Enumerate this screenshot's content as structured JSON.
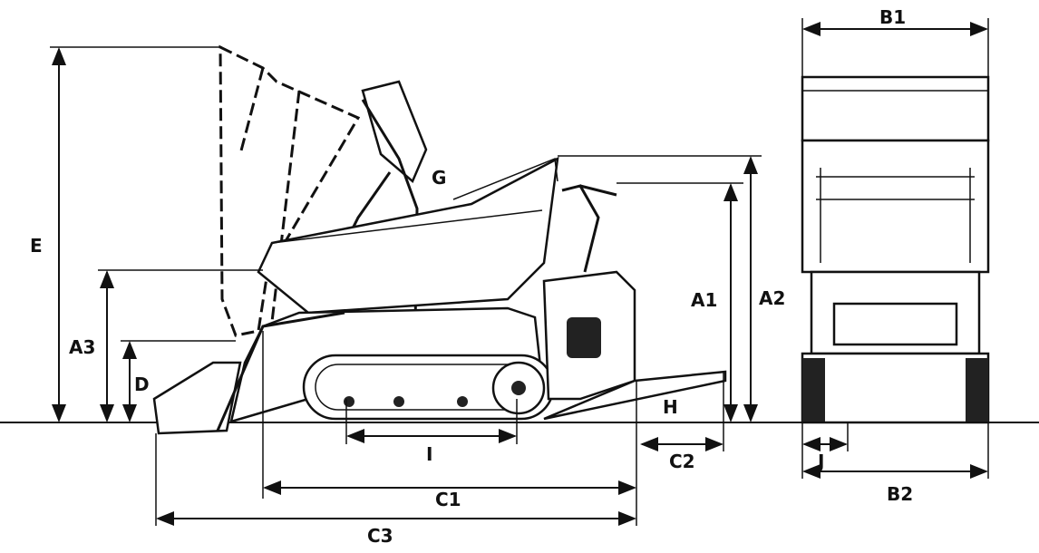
{
  "title": "Tracked dumper dimension diagram",
  "labels": {
    "E": "E",
    "A3": "A3",
    "D": "D",
    "G": "G",
    "A1": "A1",
    "A2": "A2",
    "H": "H",
    "I": "I",
    "C2": "C2",
    "C1": "C1",
    "C3": "C3",
    "B1": "B1",
    "B2": "B2",
    "J": "J"
  },
  "colors": {
    "line": "#111111",
    "background": "#ffffff"
  }
}
